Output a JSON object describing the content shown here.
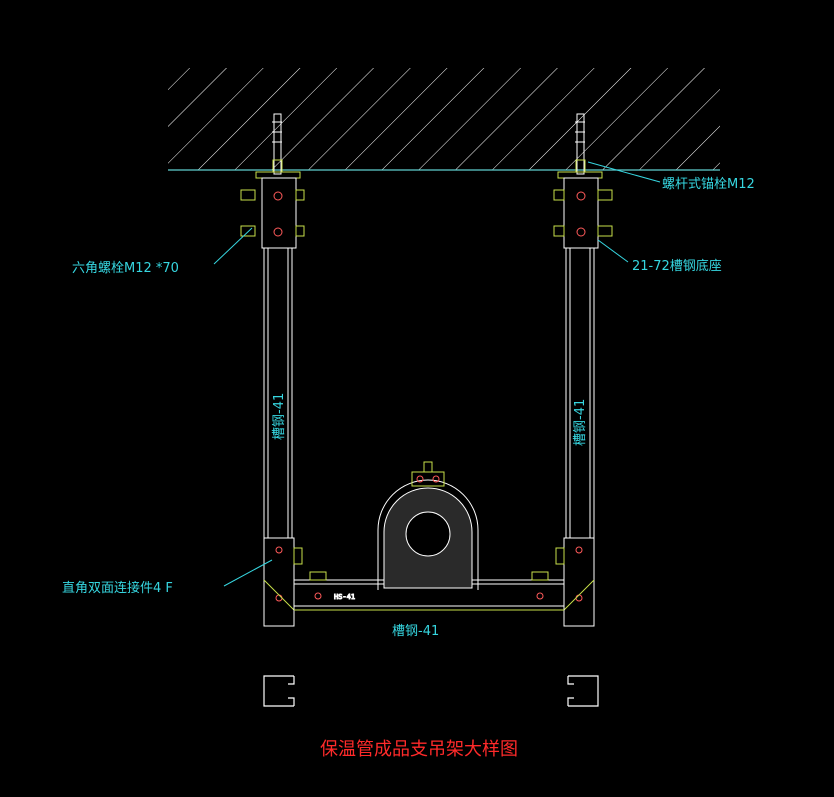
{
  "drawing": {
    "title": "保温管成品支吊架大样图",
    "labels": {
      "anchor_bolt": "螺杆式锚栓M12",
      "channel_base": "21-72槽钢底座",
      "hex_bolt": "六角螺栓M12 *70",
      "channel_left": "槽钢-41",
      "channel_right": "槽钢-41",
      "connector": "直角双面连接件4 F",
      "channel_bottom": "槽钢-41"
    }
  },
  "colors": {
    "background": "#000000",
    "annotation": "#36d6e0",
    "title": "#ff2a2a",
    "outline": "#ffffff",
    "ceiling_line": "#5fd0d0"
  }
}
